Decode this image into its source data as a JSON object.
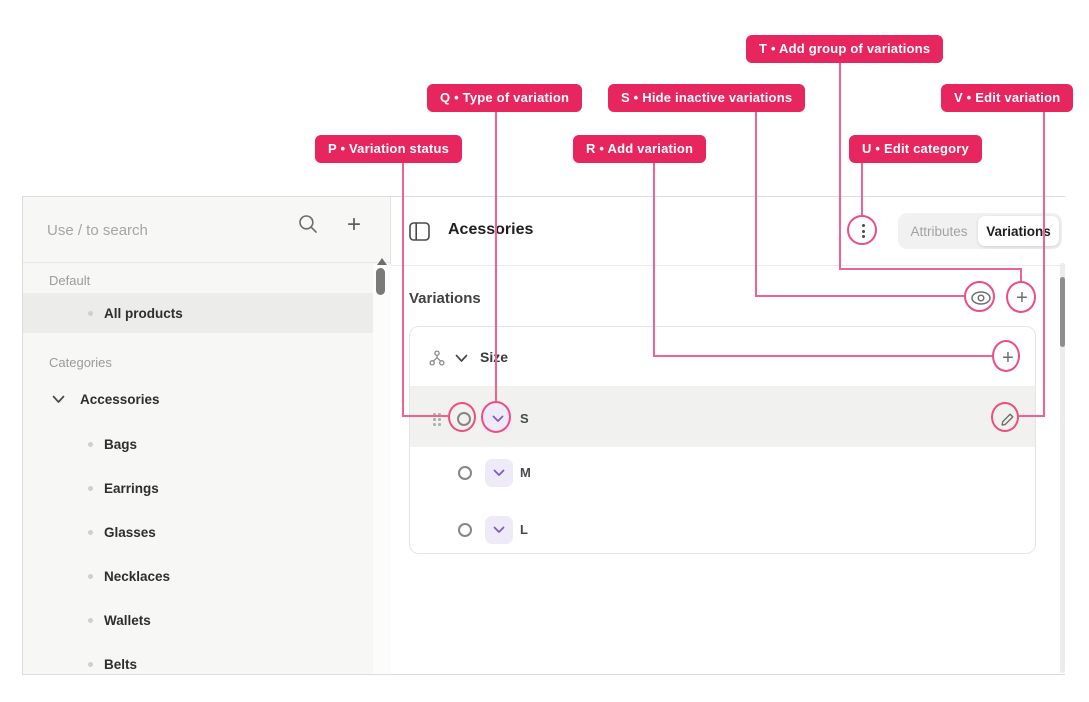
{
  "annotations": {
    "accent_color": "#E7255F",
    "line_color": "#F0638F",
    "labels": {
      "t": {
        "text": "T • Add group of variations"
      },
      "q": {
        "text": "Q • Type of variation"
      },
      "s": {
        "text": "S • Hide inactive variations"
      },
      "v": {
        "text": "V • Edit variation"
      },
      "p": {
        "text": "P • Variation status"
      },
      "r": {
        "text": "R • Add variation"
      },
      "u": {
        "text": "U • Edit category"
      }
    }
  },
  "icons": {
    "add": "+",
    "kebab": "vertical-dots",
    "search": "magnifier",
    "eye": "eye",
    "edit": "pencil",
    "chevron_down": "v",
    "drag_handle": "six-dots",
    "status": "ring",
    "group": "network"
  },
  "sidebar": {
    "search": {
      "placeholder": "Use / to search"
    },
    "sections": {
      "default": {
        "title": "Default",
        "item": {
          "label": "All products",
          "active": true
        }
      },
      "categories": {
        "title": "Categories",
        "parent": {
          "label": "Accessories",
          "expanded": true
        },
        "children": [
          {
            "label": "Bags"
          },
          {
            "label": "Earrings"
          },
          {
            "label": "Glasses"
          },
          {
            "label": "Necklaces"
          },
          {
            "label": "Wallets"
          },
          {
            "label": "Belts"
          }
        ]
      }
    }
  },
  "main": {
    "header": {
      "title": "Acessories",
      "tabs": [
        {
          "label": "Attributes",
          "active": false
        },
        {
          "label": "Variations",
          "active": true
        }
      ]
    },
    "variations": {
      "section_title": "Variations",
      "group": {
        "name": "Size",
        "items": [
          {
            "label": "S",
            "highlighted": true
          },
          {
            "label": "M",
            "highlighted": false
          },
          {
            "label": "L",
            "highlighted": false
          }
        ]
      }
    },
    "colors": {
      "chevron_button_bg": "#EFEAF8",
      "chevron_button_arrow": "#7C5CC8",
      "row_highlight": "#F1F1F0"
    }
  }
}
